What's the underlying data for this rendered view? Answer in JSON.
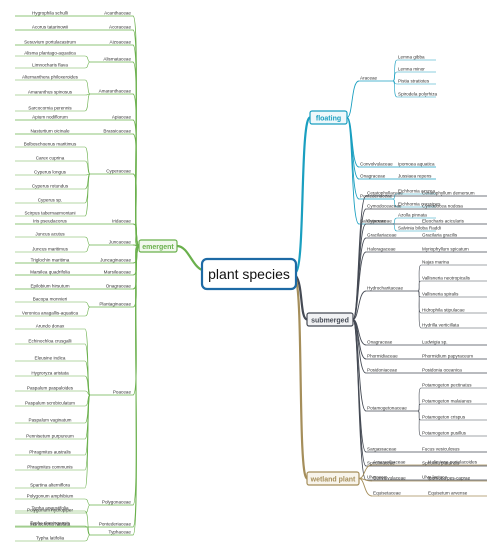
{
  "center": {
    "label": "plant species"
  },
  "colors": {
    "floating": "#1a9fc0",
    "submerged": "#454a54",
    "emergent": "#6ab04c",
    "wetland": "#a58e5a",
    "center": "#1d6aa5"
  },
  "floating": {
    "label": "floating",
    "families": [
      {
        "family": "Araceae",
        "species": [
          "Lemna gibba",
          "Lemna minor",
          "Pistia stratiotes",
          "Spirodela polyrhiza"
        ]
      },
      {
        "family": "Convolvulaceae",
        "species": [
          "Ipomoea aquatica"
        ]
      },
      {
        "family": "Onagraceae",
        "species": [
          "Jussiaea repens"
        ]
      },
      {
        "family": "Pontederiaceae",
        "species": [
          "Eichhornia azurea",
          "Eichhornia crassipes"
        ]
      },
      {
        "family": "Salviniaceae",
        "species": [
          "Azolla pinnata",
          "Salvinia biloba Raddi"
        ]
      }
    ]
  },
  "submerged": {
    "label": "submerged",
    "families": [
      {
        "family": "Ceratophyllaceae",
        "species": [
          "Ceratophyllum demersum"
        ]
      },
      {
        "family": "Cymodoceaceae",
        "species": [
          "Cymodocea nodosa"
        ]
      },
      {
        "family": "Cyperaceae",
        "species": [
          "Eleocharis acicularis"
        ]
      },
      {
        "family": "Gracilariaceae",
        "species": [
          "Gracilaria gracilis"
        ]
      },
      {
        "family": "Haloragaceae",
        "species": [
          "Myriophyllum spicatum"
        ]
      },
      {
        "family": "Hydrocharitaceae",
        "species": [
          "Najas marina",
          "Vallisneria neotropicalis",
          "Vallisneria spiralis",
          "Hidrophila stipulacae",
          "Hydrilla verticillata"
        ]
      },
      {
        "family": "Onagraceae",
        "species": [
          "Ludwigia sp."
        ]
      },
      {
        "family": "Phormidiaceae",
        "species": [
          "Phormidium papyraceum"
        ]
      },
      {
        "family": "Posidoniaceae",
        "species": [
          "Posidonia oceanica"
        ]
      },
      {
        "family": "Potamogetonaceae",
        "species": [
          "Potamogeton pectinatus",
          "Potamogeton malaianus",
          "Potamogeton crispus",
          "Potamogeton pusillus"
        ]
      },
      {
        "family": "Sargassaceae",
        "species": [
          "Fucus vesiculosus"
        ]
      },
      {
        "family": "Spirulinaceae",
        "species": [
          "Spirulina platensis"
        ]
      },
      {
        "family": "Ulvaceae",
        "species": [
          "Ulva lactuca"
        ]
      }
    ]
  },
  "wetland": {
    "label": "wetland plant",
    "families": [
      {
        "family": "Amaranthaceae",
        "species": [
          "Halimione portulacoides"
        ]
      },
      {
        "family": "Convolvulaceae",
        "species": [
          "Ipomoea pes-caprae"
        ]
      },
      {
        "family": "Equisetaceae",
        "species": [
          "Equisetum arvense"
        ]
      }
    ]
  },
  "emergent": {
    "label": "emergent",
    "families": [
      {
        "family": "Acanthaceae",
        "species": [
          "Hygrophila schulli"
        ]
      },
      {
        "family": "Acoraceae",
        "species": [
          "Acorus tatarinowii"
        ]
      },
      {
        "family": "Aizoaceae",
        "species": [
          "Sesuvium portulacastrum"
        ]
      },
      {
        "family": "Alismataceae",
        "species": [
          "Alisma plantago-aquatica",
          "Limnocharis flava"
        ]
      },
      {
        "family": "Amaranthaceae",
        "species": [
          "Alternanthera philoxeroides",
          "Amaranthus spinosus",
          "Sarcocornia perennis"
        ]
      },
      {
        "family": "Apiaceae",
        "species": [
          "Apium nodiflorum"
        ]
      },
      {
        "family": "Brassicaceae",
        "species": [
          "Nasturtium oicinale"
        ]
      },
      {
        "family": "Cyperaceae",
        "species": [
          "Bolboschoenus maritimus",
          "Carex cuprina",
          "Cyperus longus",
          "Cyperus rotundus",
          "Cyperus sp.",
          "Scirpus tabernaemontani"
        ]
      },
      {
        "family": "Iridaceae",
        "species": [
          "Iris pseudacorus"
        ]
      },
      {
        "family": "Juncaceae",
        "species": [
          "Juncus acutus",
          "Juncus maritimus"
        ]
      },
      {
        "family": "Juncaginaceae",
        "species": [
          "Triglochin maritima"
        ]
      },
      {
        "family": "Marsileaceae",
        "species": [
          "Marsilea quadrifolia"
        ]
      },
      {
        "family": "Onagraceae",
        "species": [
          "Epilobium hirsutum"
        ]
      },
      {
        "family": "Plantaginaceae",
        "species": [
          "Bacopa monnieri",
          "Veronica anagallis-aquatica"
        ]
      },
      {
        "family": "Poaceae",
        "species": [
          "Arundo donax",
          "Echinochloa crusgalli",
          "Eleusine indica",
          "Hygroryza aristata",
          "Paspalum paspaloides",
          "Paspalum scrobiculatum",
          "Paspalum vaginatum",
          "Pennisetum purpureum",
          "Phragmites australis",
          "Phragmites communis",
          "Spartina alterniflora"
        ]
      },
      {
        "family": "Polygonaceae",
        "species": [
          "Polygonum amphibium",
          "Polygonum hydropiper"
        ]
      },
      {
        "family": "Pontederiaceae",
        "species": [
          "Monochoria hastata"
        ]
      },
      {
        "family": "Typhaceae",
        "species": [
          "Typha angustifolia",
          "Typha domingensis",
          "Typha latifolia"
        ]
      }
    ]
  }
}
